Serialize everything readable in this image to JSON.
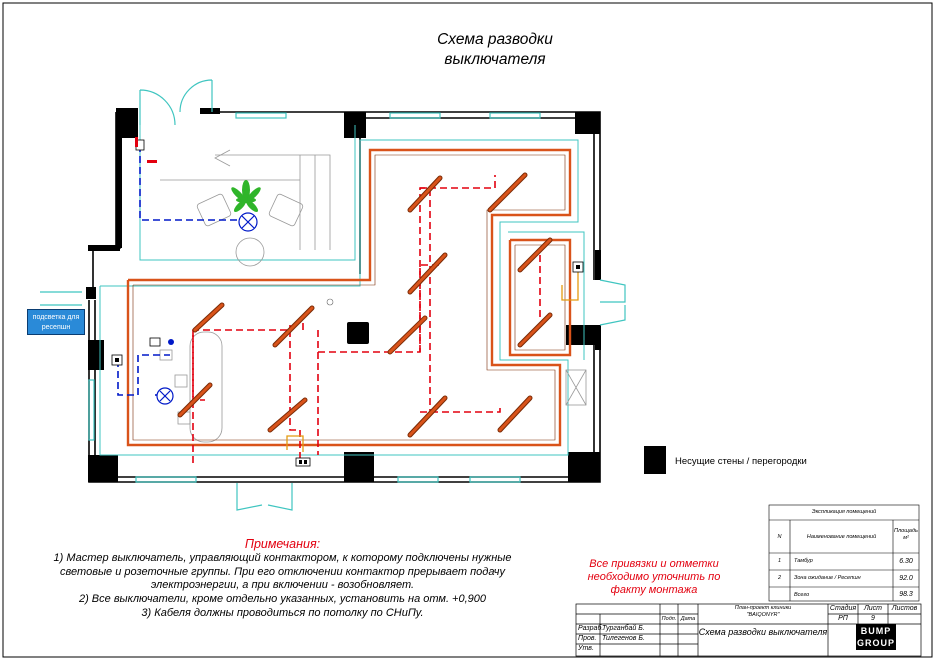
{
  "title": {
    "line1": "Схема разводки",
    "line2": "выключателя"
  },
  "reception_label": "подсветка для ресепшн",
  "legend": {
    "text": "Несущие стены / перегородки"
  },
  "notes": {
    "title": "Примечания:",
    "line1": "1) Мастер выключатель, управляющий контактором, к которому подключены нужные",
    "line2": "световые и розеточные группы. При его отключении контактор прерывает подачу",
    "line3": "электроэнергии, а при включении - возобновляет.",
    "line4": "2) Все выключатели, кроме отдельно указанных, установить на отм. +0,900",
    "line5": "3) Кабеля должны проводиться по потолку по СНиПу."
  },
  "warning": "Все привязки и отметки необходимо уточнить по факту монтажа",
  "explication": {
    "title": "Экспликация помещений",
    "headers": {
      "num": "N",
      "name": "Наименование помещений",
      "area": "Площадь м²"
    },
    "rows": [
      {
        "num": "1",
        "name": "Тамбур",
        "area": "6.30"
      },
      {
        "num": "2",
        "name": "Зона ожидание / Ресепшн",
        "area": "92.0"
      }
    ],
    "total_label": "Всего",
    "total_value": "98.3"
  },
  "stamp": {
    "project": "План-проект клиники",
    "client": "\"BAIQONYR\"",
    "sheet_name": "Схема разводки выключателя",
    "stage_label": "Стадия",
    "sheet_label": "Лист",
    "sheets_label": "Листов",
    "stage": "РП",
    "sheet": "9",
    "podp": "Подп.",
    "data": "Дата",
    "role1": "Разраб.",
    "person1": "Турганбай Б.",
    "role2": "Пров.",
    "person2": "Тилегенов Б.",
    "role3": "Утв.",
    "company_line1": "BUMP",
    "company_line2": "GROUP"
  },
  "colors": {
    "wall": "#000000",
    "window": "#3fc5c0",
    "wire_red": "#e3000f",
    "wire_blue": "#0019c8",
    "light_strip": "#d9531a",
    "light_strip_edge": "#7a2a05",
    "orange_wire": "#e39a10"
  }
}
